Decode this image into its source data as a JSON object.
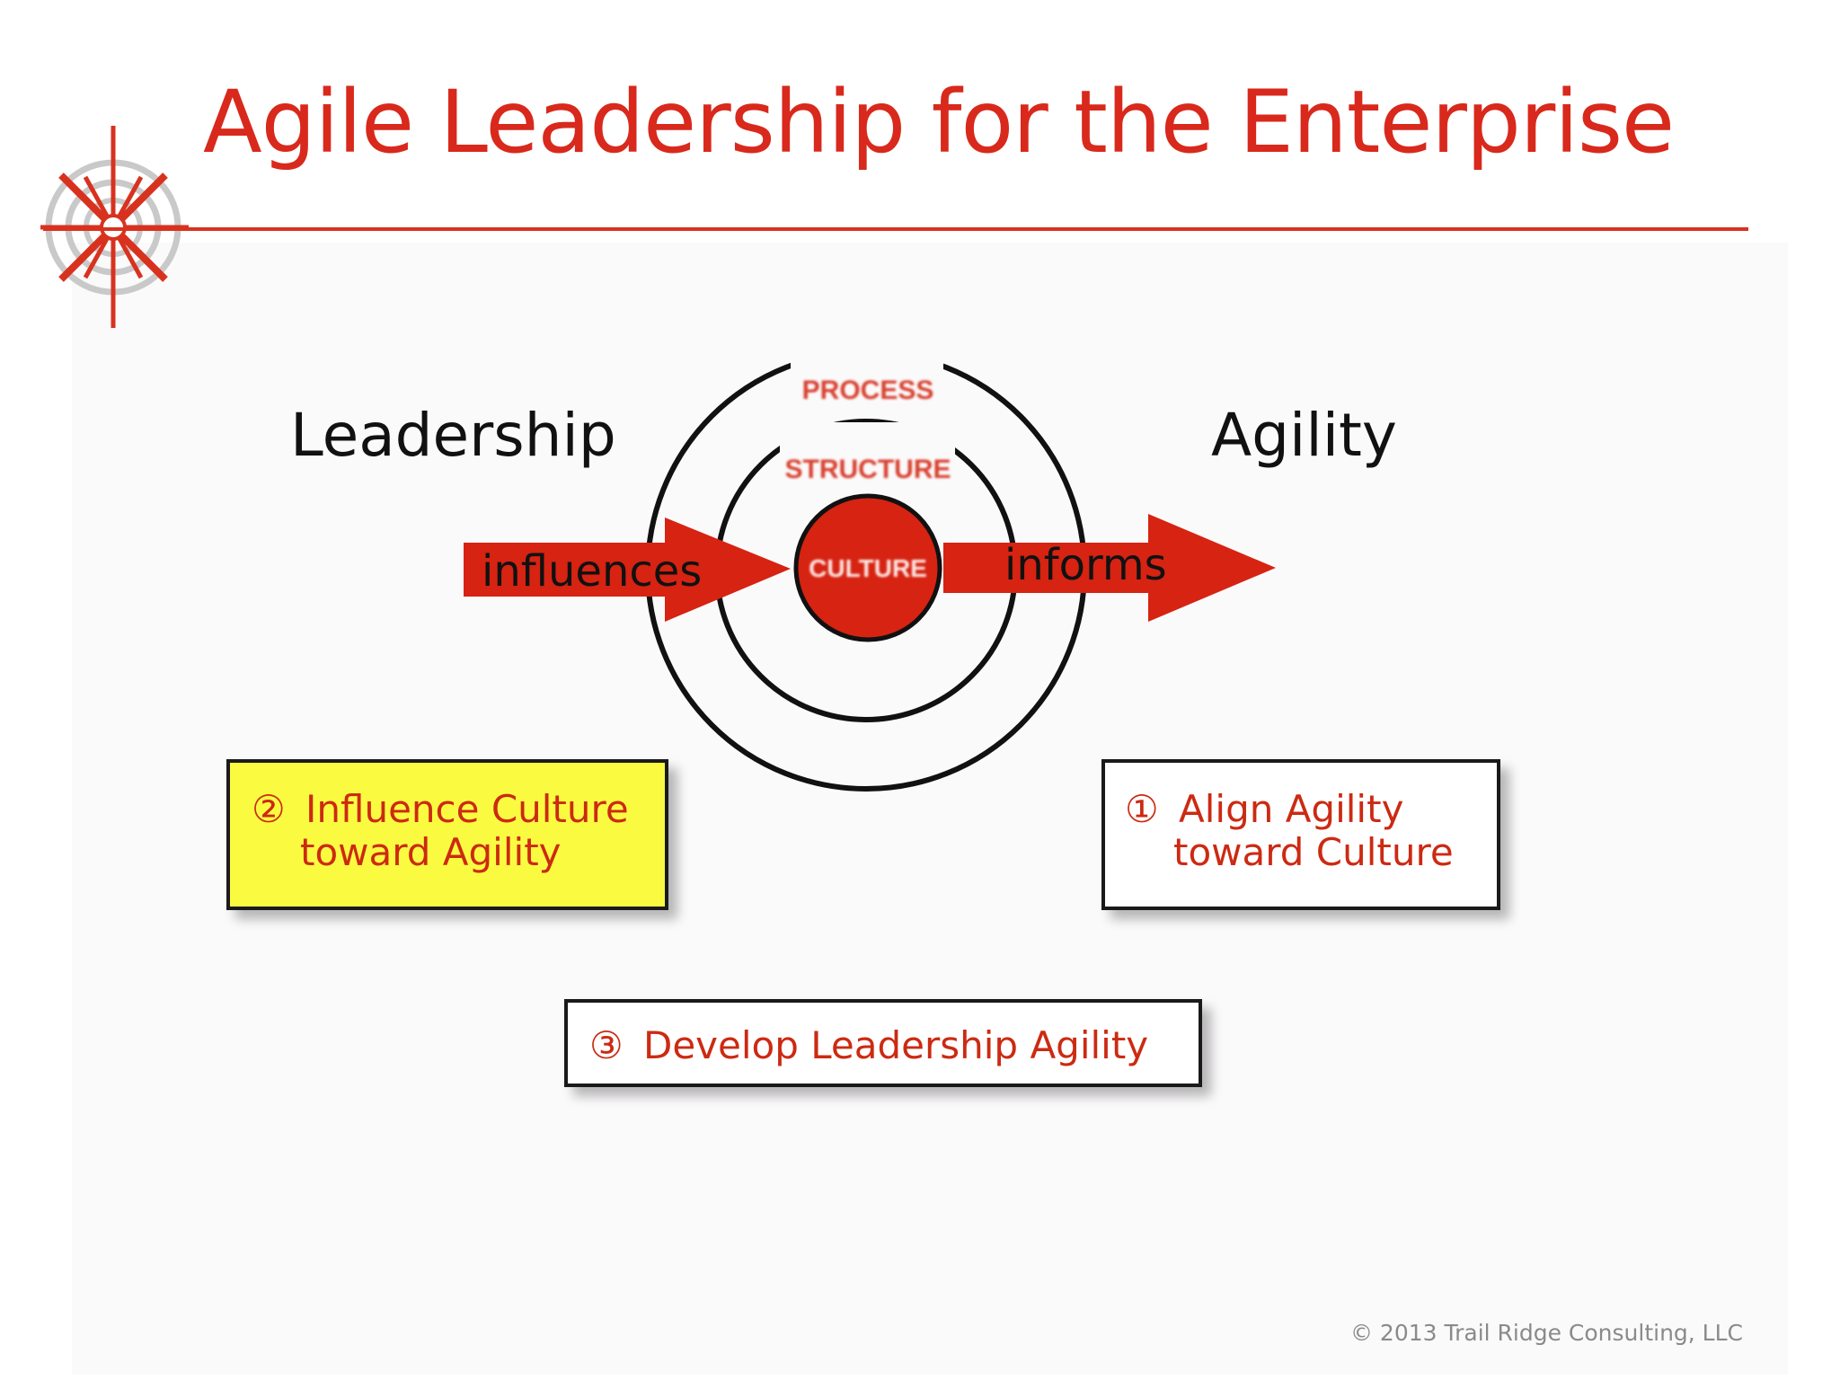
{
  "slide": {
    "title": "Agile Leadership for the Enterprise",
    "copyright": "© 2013 Trail Ridge Consulting, LLC"
  },
  "diagram": {
    "left_word": "Leadership",
    "right_word": "Agility",
    "rings": {
      "outer": "PROCESS",
      "middle": "STRUCTURE",
      "center": "CULTURE"
    },
    "arrow_left_label": "influences",
    "arrow_right_label": "informs"
  },
  "boxes": {
    "influence": {
      "number": "②",
      "line1": "Influence Culture",
      "line2": "toward Agility"
    },
    "align": {
      "number": "①",
      "line1": "Align Agility",
      "line2": "toward Culture"
    },
    "develop": {
      "number": "③",
      "line1": "Develop Leadership Agility"
    }
  },
  "colors": {
    "accent_red": "#d8291c",
    "highlight_yellow": "#fafb41"
  }
}
